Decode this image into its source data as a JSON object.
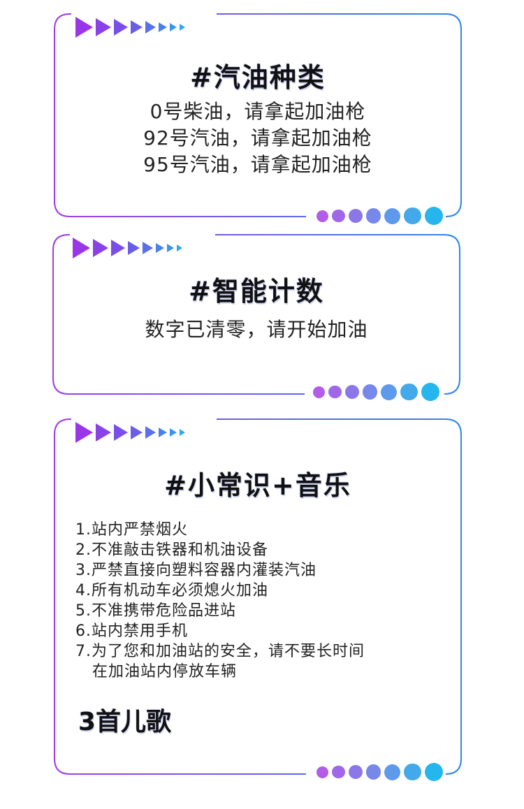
{
  "colors": {
    "frame_start": "#a23be6",
    "frame_end": "#2e86ea",
    "arrow_colors": [
      "#9b36e8",
      "#8a41e8",
      "#7a4fe9",
      "#6a5ee9",
      "#5a70ea",
      "#4a82ea",
      "#3a95ea",
      "#2ea8ea"
    ],
    "dot_colors": [
      "#b25ce7",
      "#a068e8",
      "#8c77e9",
      "#7788ea",
      "#5e99eb",
      "#43a9eb",
      "#24b6ec"
    ]
  },
  "fuel_section": {
    "title": "#汽油种类",
    "lines": [
      "0号柴油，请拿起加油枪",
      "92号汽油，请拿起加油枪",
      "95号汽油，请拿起加油枪"
    ]
  },
  "counter_section": {
    "title": "#智能计数",
    "line": "数字已清零，请开始加油"
  },
  "tips_section": {
    "title": "#小常识+音乐",
    "items": [
      "1.站内严禁烟火",
      "2.不准敲击铁器和机油设备",
      "3.严禁直接向塑料容器内灌装汽油",
      "4.所有机动车必须熄火加油",
      "5.不准携带危险品进站",
      "6.站内禁用手机",
      "7.为了您和加油站的安全，请不要长时间",
      "   在加油站内停放车辆"
    ],
    "songs_label": "3首儿歌"
  }
}
